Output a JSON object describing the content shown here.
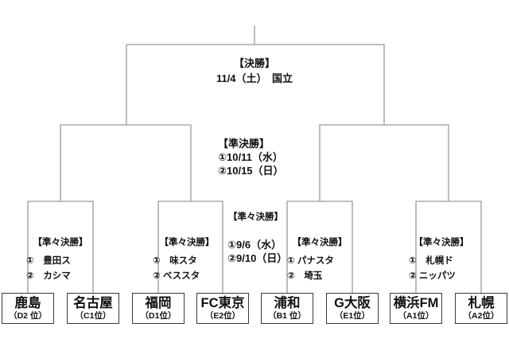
{
  "rounds": {
    "final": {
      "label": "【決勝】",
      "schedule": "11/4（土）　国立"
    },
    "semifinal": {
      "label": "【準決勝】",
      "date1": "①10/11（水）",
      "date2": "②10/15（日）"
    },
    "quarterfinal": {
      "label": "【準々決勝】",
      "date1": "①9/6（水）",
      "date2": "②9/10（日）"
    }
  },
  "quarterfinal_venues": [
    {
      "label": "【準々決勝】",
      "game1": "①　豊田ス",
      "game2": "②　カシマ"
    },
    {
      "label": "【準々決勝】",
      "game1": "①　味スタ",
      "game2": "② ベススタ"
    },
    {
      "label": "【準々決勝】",
      "game1": "① パナスタ",
      "game2": "②　埼玉"
    },
    {
      "label": "【準々決勝】",
      "game1": "①　札幌ド",
      "game2": "② ニッパツ"
    }
  ],
  "teams": [
    {
      "name": "鹿島",
      "seed": "（D2 位）"
    },
    {
      "name": "名古屋",
      "seed": "（C1位）"
    },
    {
      "name": "福岡",
      "seed": "（D1位）"
    },
    {
      "name": "FC東京",
      "seed": "（E2位）"
    },
    {
      "name": "浦和",
      "seed": "（B1 位）"
    },
    {
      "name": "G大阪",
      "seed": "（E1位）"
    },
    {
      "name": "横浜FM",
      "seed": "（A1位）"
    },
    {
      "name": "札幌",
      "seed": "（A2位）"
    }
  ],
  "colors": {
    "line": "#999999",
    "box_border": "#3a3a3a",
    "text": "#111111",
    "background": "#ffffff"
  }
}
